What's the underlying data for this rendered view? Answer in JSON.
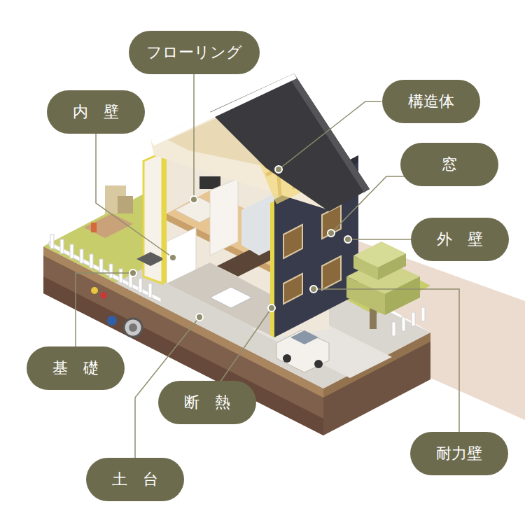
{
  "diagram": {
    "nodes": [
      {
        "text": [
          "フローリング"
        ]
      },
      {
        "text": [
          "内　壁"
        ]
      },
      {
        "text": [
          "構造体"
        ]
      },
      {
        "text": [
          "窓"
        ]
      },
      {
        "text": [
          "外　壁"
        ]
      },
      {
        "text": [
          "基　礎"
        ]
      },
      {
        "text": [
          "断　熱"
        ]
      },
      {
        "text": [
          "耐力壁"
        ]
      },
      {
        "text": [
          "土　台"
        ]
      }
    ]
  }
}
